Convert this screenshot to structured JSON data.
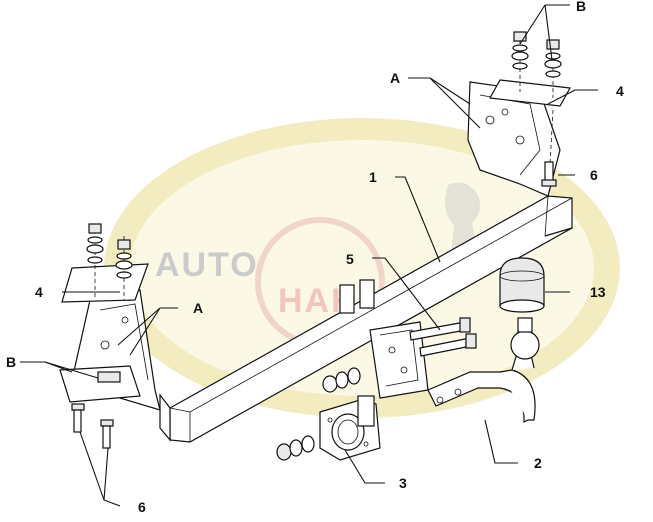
{
  "watermark": {
    "text_top": "AUTO",
    "text_bottom": "HAK",
    "colors": {
      "ellipse_outer": "#f3ecc0",
      "ellipse_inner": "#fbf8e6",
      "text_gray": "#c9c9c9",
      "text_red": "#f2c9c0"
    }
  },
  "callouts": {
    "part_1": "1",
    "part_2": "2",
    "part_3": "3",
    "part_4_right": "4",
    "part_4_left": "4",
    "part_5": "5",
    "part_6_right": "6",
    "part_6_left": "6",
    "part_13": "13",
    "label_A_top": "A",
    "label_A_left": "A",
    "label_B_top": "B",
    "label_B_left": "B"
  }
}
